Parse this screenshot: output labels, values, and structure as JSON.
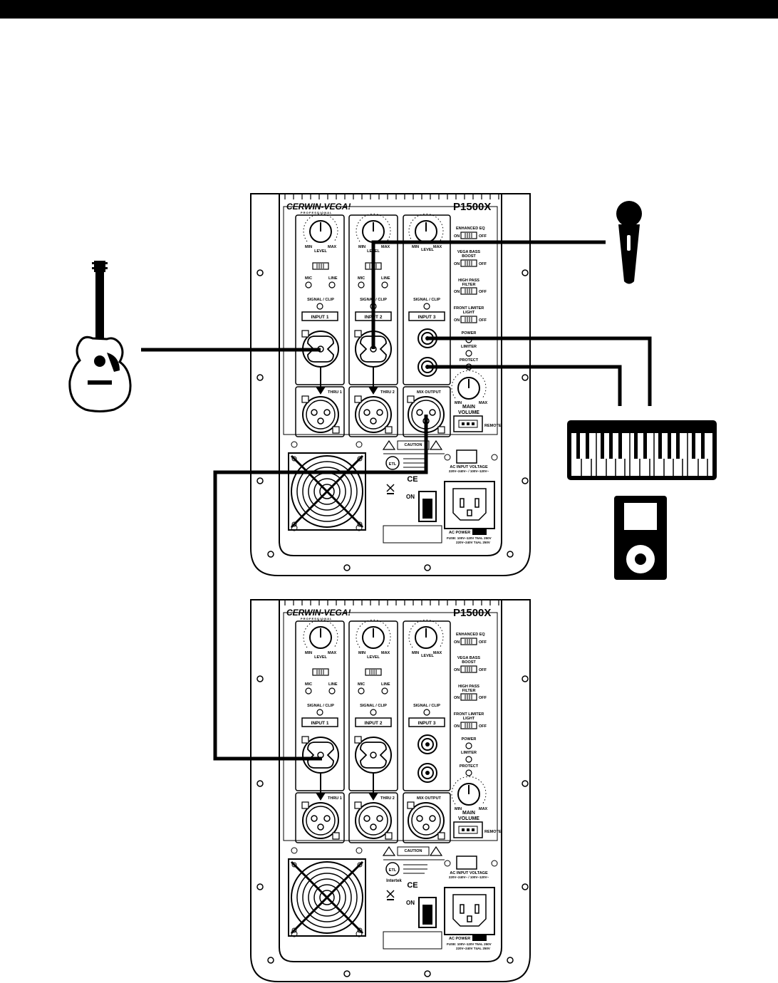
{
  "panel": {
    "brand": "CERWIN-VEGA!",
    "brand_sub": "P R O F E S S I O N A L",
    "model": "P1500X",
    "level": "LEVEL",
    "min": "MIN",
    "max": "MAX",
    "mic": "MIC",
    "line": "LINE",
    "signal_clip": "SIGNAL / CLIP",
    "inputs": [
      "INPUT 1",
      "INPUT 2",
      "INPUT 3"
    ],
    "thru1": "THRU 1",
    "thru2": "THRU 2",
    "mix_output": "MIX OUTPUT",
    "enhanced_eq": "ENHANCED EQ",
    "vega_bass_boost_1": "VEGA BASS",
    "vega_bass_boost_2": "BOOST",
    "high_pass_1": "HIGH PASS",
    "high_pass_2": "FILTER",
    "front_limiter_1": "FRONT LIMITER",
    "front_limiter_2": "LIGHT",
    "on": "ON",
    "off": "OFF",
    "power": "POWER",
    "limiter": "LIMITER",
    "protect": "PROTECT",
    "main": "MAIN",
    "volume": "VOLUME",
    "remote": "REMOTE",
    "caution": "CAUTION",
    "ac_input_voltage": "AC INPUT VOLTAGE",
    "voltage_values": "220V~240V~ / 100V~120V~",
    "ac_power": "AC POWER",
    "fuse": "FUSE: 100V~120V T6AL 250V",
    "fuse2": "220V~240V T4AL 250V",
    "switch_on": "ON",
    "ce": "CE",
    "etl": "ETL",
    "intertek": "Intertek"
  },
  "colors": {
    "ink": "#000000",
    "paper": "#ffffff"
  },
  "icons": {
    "guitar": "acoustic-guitar-icon",
    "microphone": "microphone-icon",
    "keyboard": "keyboard-icon",
    "media_player": "portable-media-player-icon"
  }
}
